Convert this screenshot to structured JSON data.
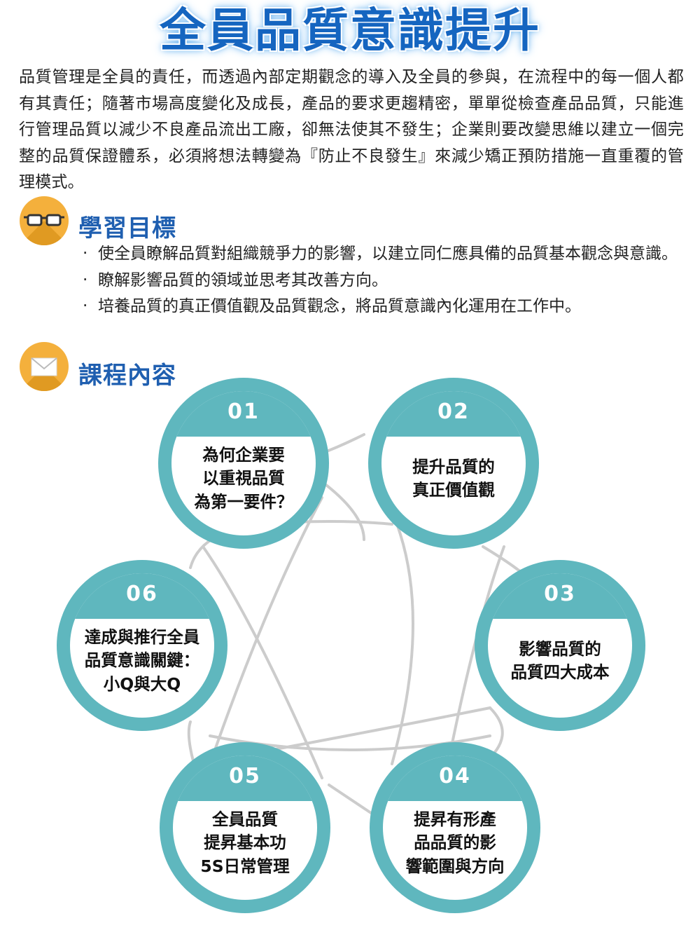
{
  "title": "全員品質意識提升",
  "intro": "品質管理是全員的責任，而透過內部定期觀念的導入及全員的參與，在流程中的每一個人都有其責任；隨著市場高度變化及成長，產品的要求更趨精密，單單從檢查產品品質，只能進行管理品質以減少不良產品流出工廠，卻無法使其不發生；企業則要改變思維以建立一個完整的品質保證體系，必須將想法轉變為『防止不良發生』來減少矯正預防措施一直重覆的管理模式。",
  "objectives": {
    "heading": "學習目標",
    "bullet": "‧",
    "items": [
      "使全員瞭解品質對組織競爭力的影響，以建立同仁應具備的品質基本觀念與意識。",
      "瞭解影響品質的領域並思考其改善方向。",
      "培養品質的真正價值觀及品質觀念，將品質意識內化運用在工作中。"
    ]
  },
  "content": {
    "heading": "課程內容",
    "modules": [
      {
        "num": "01",
        "lines": [
          "為何企業要",
          "以重視品質",
          "為第一要件？"
        ]
      },
      {
        "num": "02",
        "lines": [
          "提升品質的",
          "真正價值觀"
        ]
      },
      {
        "num": "03",
        "lines": [
          "影響品質的",
          "品質四大成本"
        ]
      },
      {
        "num": "04",
        "lines": [
          "提昇有形產",
          "品品質的影",
          "響範圍與方向"
        ]
      },
      {
        "num": "05",
        "lines": [
          "全員品質",
          "提昇基本功",
          "5S日常管理"
        ]
      },
      {
        "num": "06",
        "lines": [
          "達成與推行全員",
          "品質意識關鍵：",
          "小Q與大Q"
        ]
      }
    ]
  },
  "colors": {
    "title": "#1565c0",
    "heading": "#1f5fb0",
    "icon": "#f4b03c",
    "teal": "#5fb7be",
    "connector": "#cccccc"
  },
  "icons": {
    "objectives": "glasses-icon",
    "content": "envelope-icon"
  }
}
